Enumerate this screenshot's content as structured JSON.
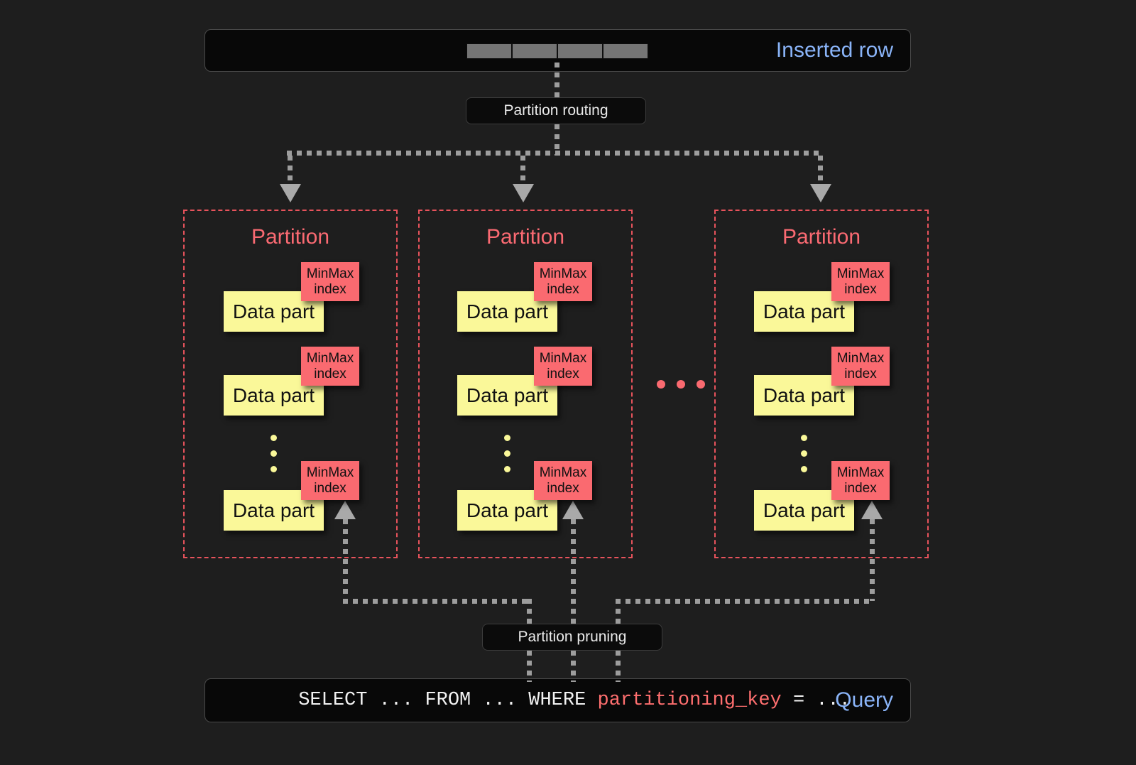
{
  "diagram": {
    "title_top": "Inserted row",
    "title_bottom": "Query",
    "background_color": "#1e1e1e",
    "accent_blue": "#8ab4f8",
    "accent_red": "#fa6a70",
    "accent_yellow": "#faf899"
  },
  "inserted_row": {
    "label": "Inserted row",
    "cell_count": 4,
    "cells": [
      "",
      "",
      "",
      ""
    ]
  },
  "routing": {
    "label": "Partition routing"
  },
  "pruning": {
    "label": "Partition pruning"
  },
  "partitions": [
    {
      "title": "Partition",
      "parts": [
        {
          "label": "Data part",
          "index_label_line1": "MinMax",
          "index_label_line2": "index"
        },
        {
          "label": "Data part",
          "index_label_line1": "MinMax",
          "index_label_line2": "index"
        },
        {
          "label": "Data part",
          "index_label_line1": "MinMax",
          "index_label_line2": "index"
        }
      ],
      "ellipsis_dots": 3
    },
    {
      "title": "Partition",
      "parts": [
        {
          "label": "Data part",
          "index_label_line1": "MinMax",
          "index_label_line2": "index"
        },
        {
          "label": "Data part",
          "index_label_line1": "MinMax",
          "index_label_line2": "index"
        },
        {
          "label": "Data part",
          "index_label_line1": "MinMax",
          "index_label_line2": "index"
        }
      ],
      "ellipsis_dots": 3
    },
    {
      "title": "Partition",
      "parts": [
        {
          "label": "Data part",
          "index_label_line1": "MinMax",
          "index_label_line2": "index"
        },
        {
          "label": "Data part",
          "index_label_line1": "MinMax",
          "index_label_line2": "index"
        },
        {
          "label": "Data part",
          "index_label_line1": "MinMax",
          "index_label_line2": "index"
        }
      ],
      "ellipsis_dots": 3
    }
  ],
  "partition_ellipsis": {
    "dots": 3
  },
  "query": {
    "label": "Query",
    "text_before": "SELECT ... FROM ... WHERE ",
    "keyword": "partitioning_key",
    "text_after": " = ..."
  }
}
